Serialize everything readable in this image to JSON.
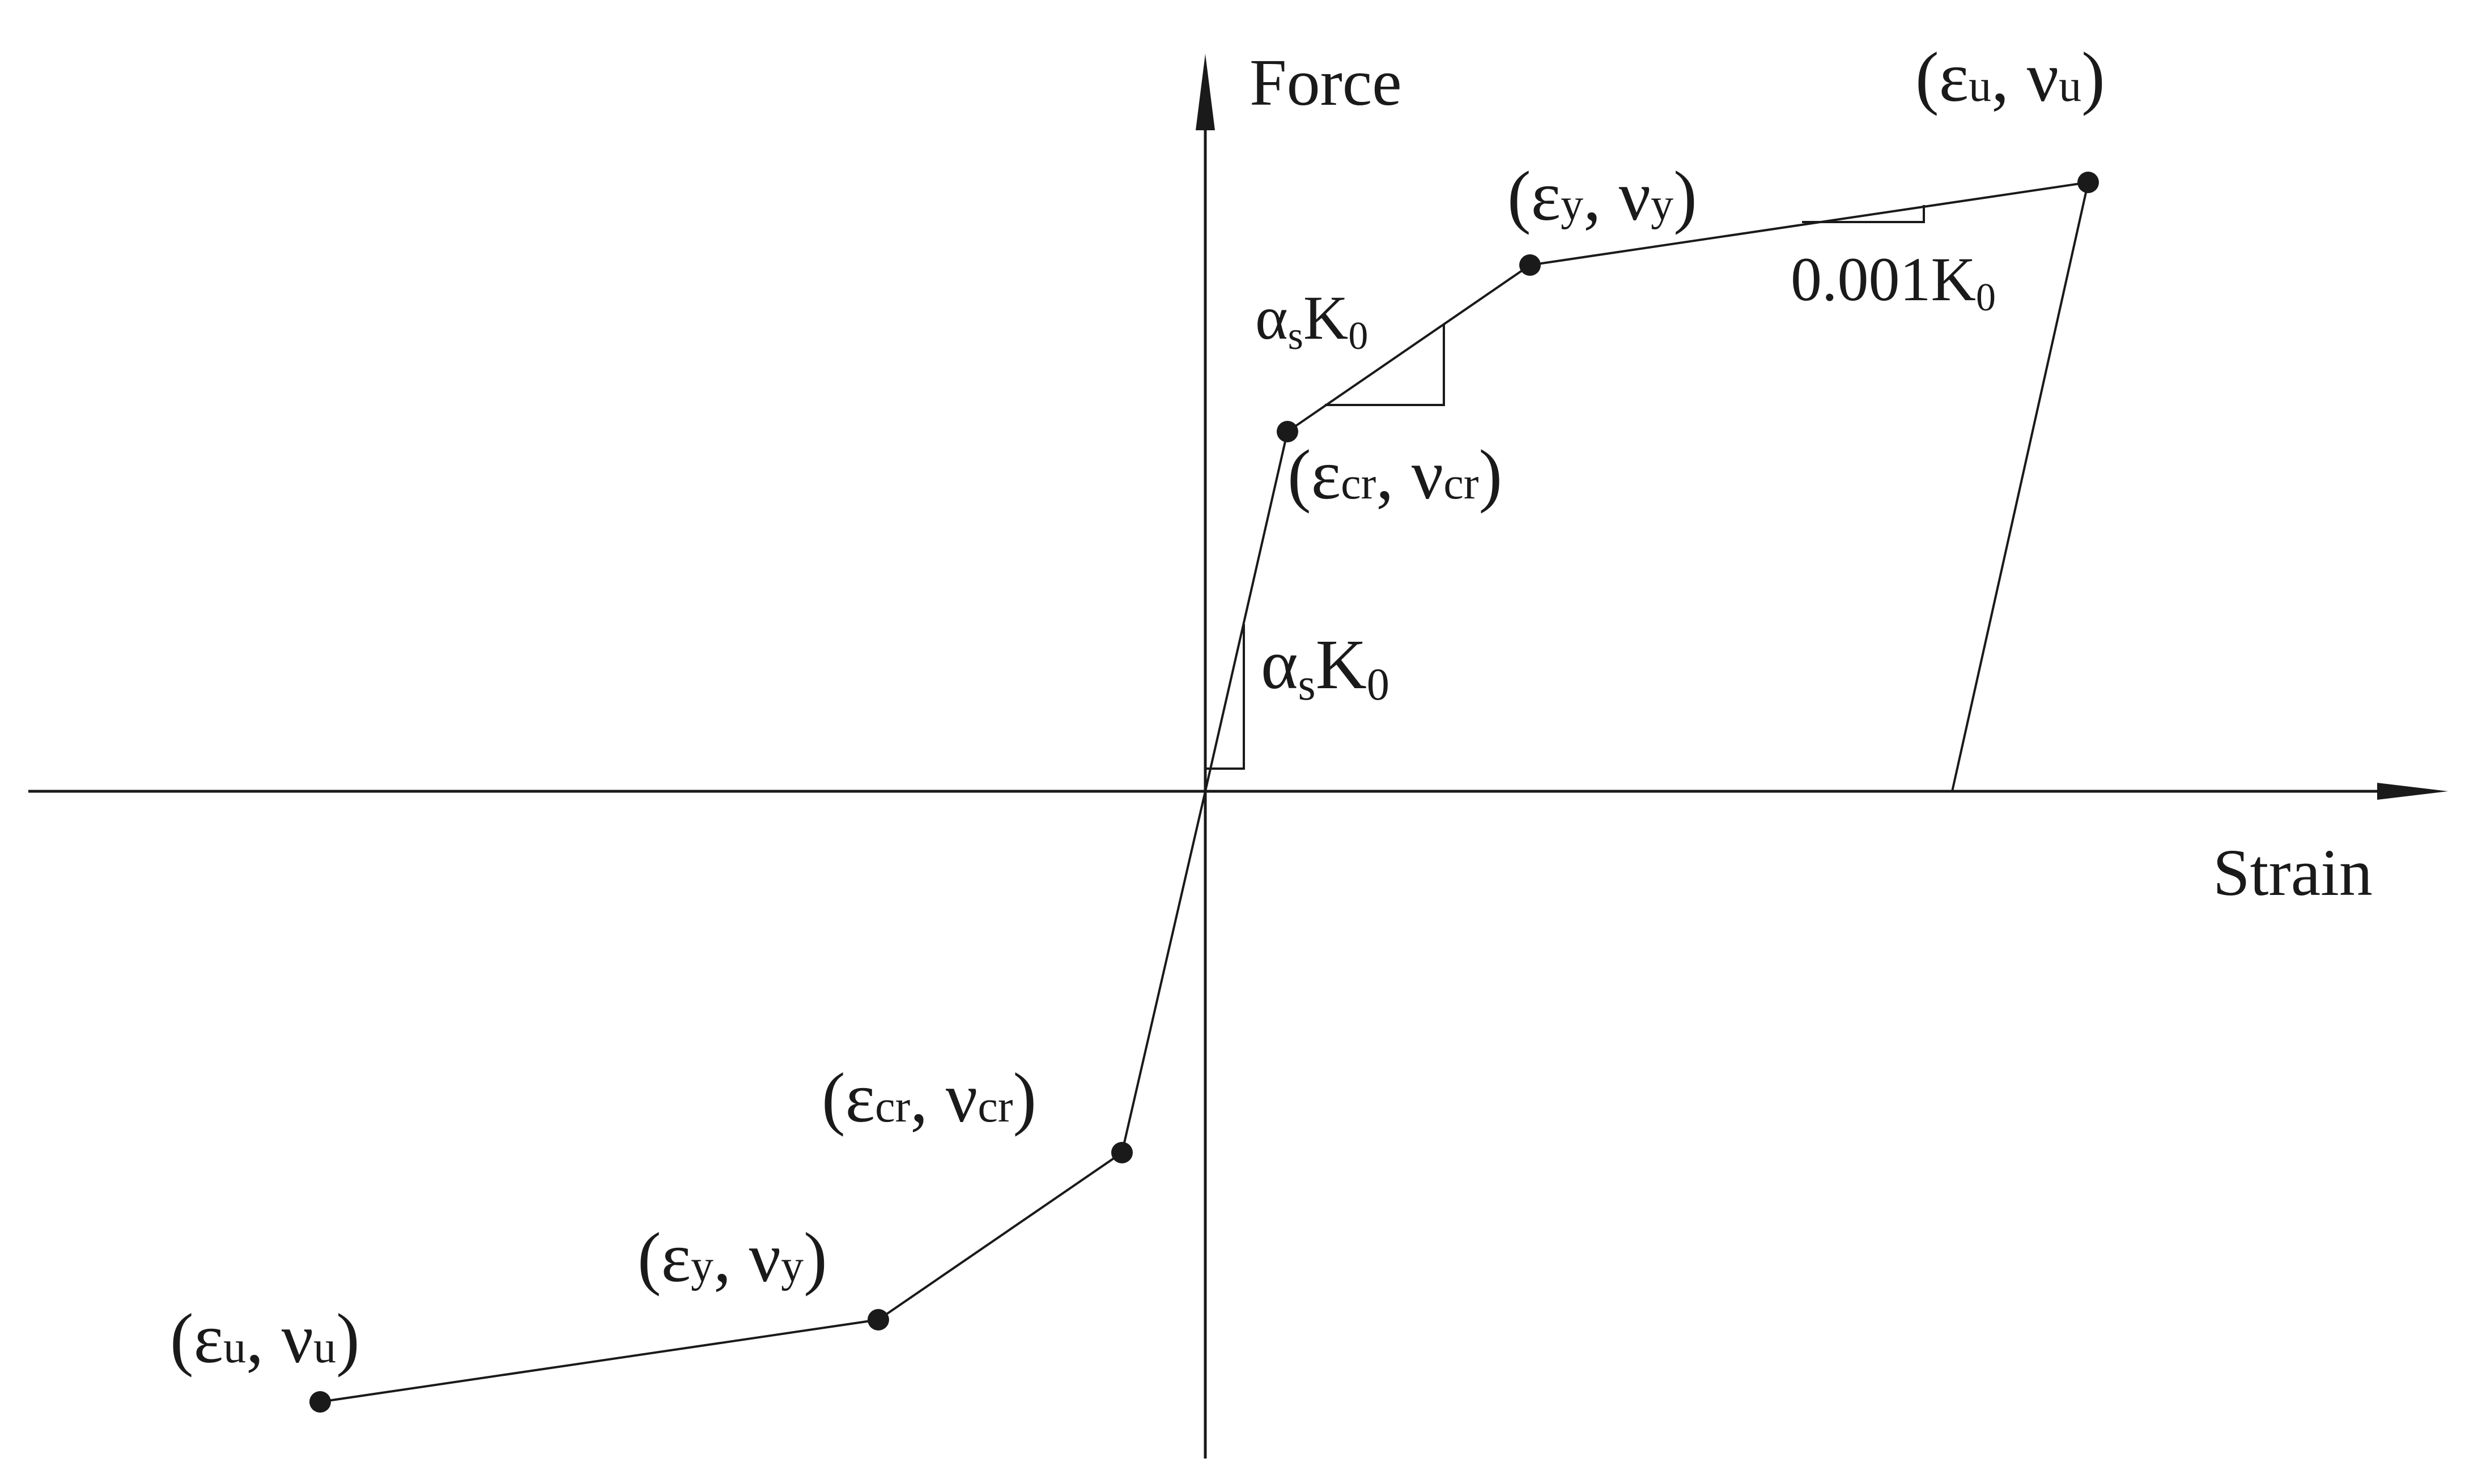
{
  "axes": {
    "y_label": "Force",
    "x_label": "Strain"
  },
  "points": {
    "pos_u": {
      "sym1": "ε",
      "sub1": "u",
      "sep": ", ",
      "sym2": "ν",
      "sub2": "u"
    },
    "pos_y": {
      "sym1": "ε",
      "sub1": "y",
      "sep": ", ",
      "sym2": "ν",
      "sub2": "y"
    },
    "pos_cr": {
      "sym1": "ε",
      "sub1": "cr",
      "sep": ", ",
      "sym2": "ν",
      "sub2": "cr"
    },
    "neg_cr": {
      "sym1": "ε",
      "sub1": "cr",
      "sep": ", ",
      "sym2": "ν",
      "sub2": "cr"
    },
    "neg_y": {
      "sym1": "ε",
      "sub1": "y",
      "sep": ", ",
      "sym2": "ν",
      "sub2": "y"
    },
    "neg_u": {
      "sym1": "ε",
      "sub1": "u",
      "sep": ", ",
      "sym2": "ν",
      "sub2": "u"
    }
  },
  "slopes": {
    "upper": {
      "alpha": "α",
      "alpha_sub": "s",
      "k": "K",
      "k_sub": "0"
    },
    "lower": {
      "alpha": "α",
      "alpha_sub": "s",
      "k": "K",
      "k_sub": "0"
    },
    "hardening": {
      "coef": "0.001K",
      "k_sub": "0"
    }
  },
  "paren": {
    "open": "(",
    "close": ")"
  }
}
